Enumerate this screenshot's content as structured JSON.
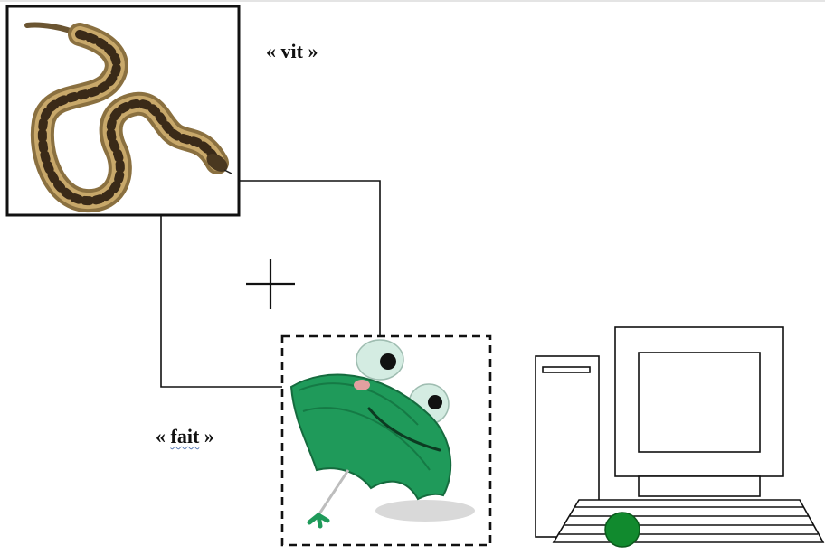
{
  "labels": {
    "vit": {
      "open": "«",
      "word": "vit",
      "close": "»"
    },
    "fait": {
      "open": "«",
      "word": "fait",
      "close": "»"
    }
  },
  "pictures": {
    "top": "snake",
    "bottom": "green frog umbrella"
  },
  "icons": [
    "fixation-cross-icon",
    "computer-icon",
    "green-dot-icon"
  ],
  "colors": {
    "line": "#111111",
    "umbrella": "#1f9a5a",
    "dot": "#118a2e",
    "snake_light": "#c8a86a",
    "snake_dark": "#3a2a18"
  }
}
